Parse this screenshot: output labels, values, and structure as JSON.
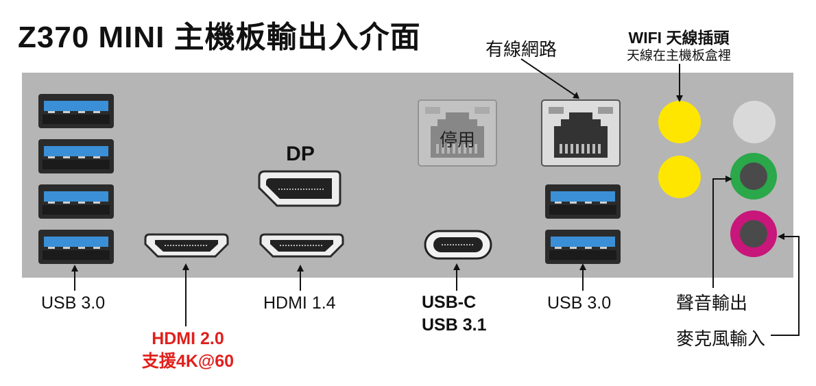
{
  "title": "Z370 MINI 主機板輸出入介面",
  "labels": {
    "usb_left": "USB 3.0",
    "hdmi20_line1": "HDMI 2.0",
    "hdmi20_line2": "支援4K@60",
    "hdmi14": "HDMI 1.4",
    "dp": "DP",
    "usbc_line1": "USB-C",
    "usbc_line2": "USB 3.1",
    "usb_right": "USB 3.0",
    "lan_disabled": "停用",
    "lan": "有線網路",
    "wifi_line1": "WIFI 天線插頭",
    "wifi_line2": "天線在主機板盒裡",
    "audio_out": "聲音輸出",
    "mic_in": "麥克風輸入"
  },
  "colors": {
    "plate": "#b5b5b5",
    "usb_blue": "#3a8fd6",
    "wifi_yellow": "#ffe600",
    "audio_green": "#2aa84a",
    "mic_pink": "#c8167a",
    "highlight_red": "#e0201c"
  }
}
